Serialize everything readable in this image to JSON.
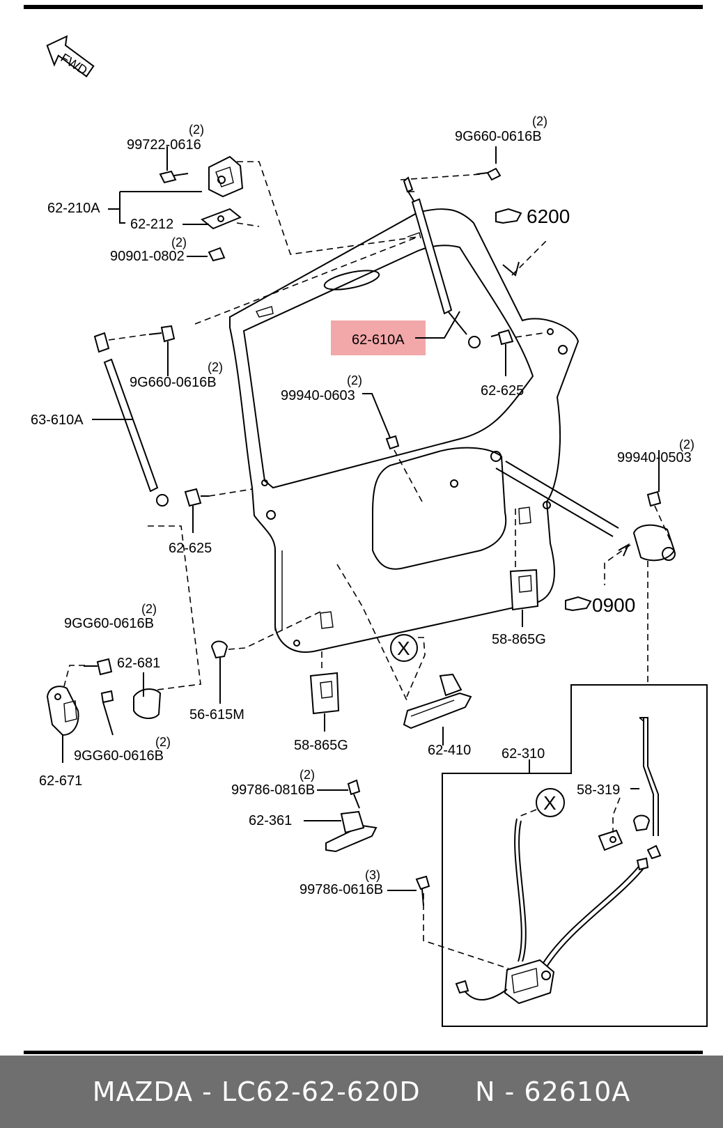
{
  "diagram": {
    "direction_tag": "FWD",
    "highlight_color": "#f2a7a9",
    "labels": {
      "p99722_0616": "99722-0616",
      "q99722_0616": "(2)",
      "p62_210A": "62-210A",
      "p62_212": "62-212",
      "p90901_0802": "90901-0802",
      "q90901_0802": "(2)",
      "p9G660_top": "9G660-0616B",
      "q9G660_top": "(2)",
      "ref6200": "6200",
      "p62_610A": "62-610A",
      "p9G660_left": "9G660-0616B",
      "q9G660_left": "(2)",
      "p63_610A": "63-610A",
      "p99940_0603": "99940-0603",
      "q99940_0603": "(2)",
      "p62_625_right": "62-625",
      "p62_625_left": "62-625",
      "p99940_0503": "99940-0503",
      "q99940_0503": "(2)",
      "ref0900": "0900",
      "p58_865G_right": "58-865G",
      "p9GG60_top": "9GG60-0616B",
      "q9GG60_top": "(2)",
      "p62_681": "62-681",
      "p9GG60_bot": "9GG60-0616B",
      "q9GG60_bot": "(2)",
      "p62_671": "62-671",
      "p56_615M": "56-615M",
      "p58_865G_mid": "58-865G",
      "p62_410": "62-410",
      "p62_310": "62-310",
      "p58_319": "58-319",
      "p99786_0816B": "99786-0816B",
      "q99786_0816B": "(2)",
      "p62_361": "62-361",
      "p99786_0616B": "99786-0616B",
      "q99786_0616B": "(3)",
      "x_mark_1": "X",
      "x_mark_2": "X"
    }
  },
  "footer": {
    "brand_part": "MAZDA - LC62-62-620D",
    "number": "N - 62610A"
  }
}
